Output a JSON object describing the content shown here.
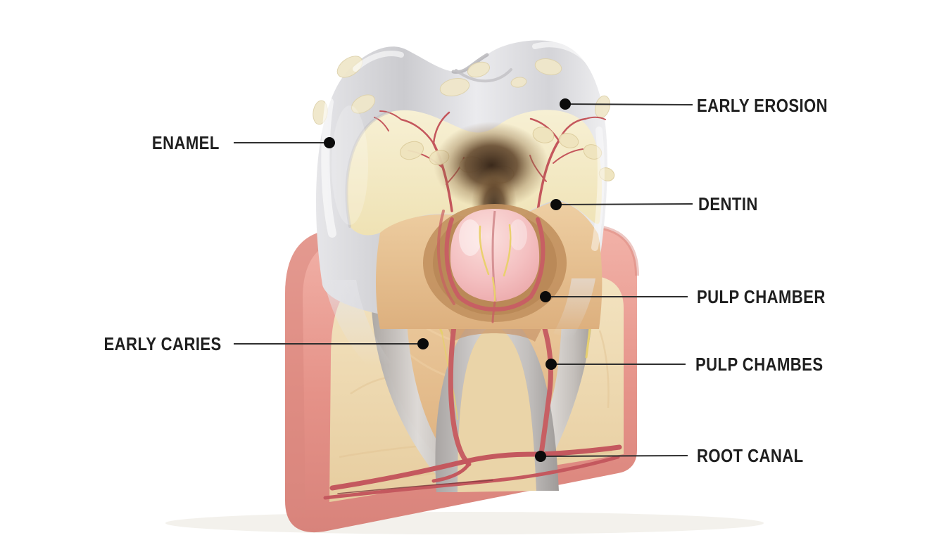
{
  "diagram": {
    "subject": "tooth cross-section anatomy illustration",
    "labels": {
      "enamel": "ENAMEL",
      "early_erosion": "EARLY EROSION",
      "dentin": "DENTIN",
      "pulp_chamber": "PULP CHAMBER",
      "pulp_chambes": "PULP CHAMBES",
      "early_caries": "EARLY CARIES",
      "root_canal": "ROOT CANAL"
    },
    "colors": {
      "label_text": "#1f1f1f",
      "leader_line": "#2e2e2e",
      "marker_dot": "#0b0b0b",
      "enamel_gray": "#d9d9dd",
      "dentin_cream": "#f2e8c6",
      "dentin_tan": "#e2b385",
      "pulp_pink": "#f3bec0",
      "gum_pink": "#e6978e",
      "bone_cream": "#eedcb2",
      "vessel_red": "#c4585e",
      "nerve_yellow": "#e6cf6f",
      "decay_brown": "#402d1e",
      "background": "#ffffff"
    }
  }
}
